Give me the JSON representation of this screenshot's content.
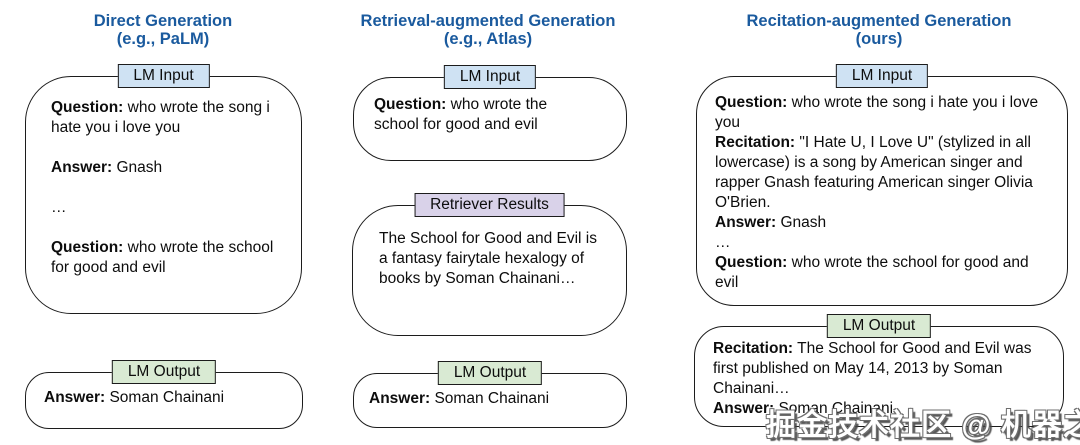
{
  "colors": {
    "title_blue": "#1a5a9e",
    "lm_input_bg": "#cfe2f3",
    "retriever_bg": "#d9d2e9",
    "lm_output_bg": "#d9ead3",
    "box_border": "#1c1c1c",
    "text": "#0d0d0d"
  },
  "watermark": "掘金技术社区 @ 机器之心",
  "columns": [
    {
      "title_line1": "Direct Generation",
      "title_line2": "(e.g., PaLM)",
      "input_label": "LM Input",
      "input_lines": [
        {
          "bold": "Question:",
          "text": " who wrote the song i hate you i love you"
        },
        {
          "spacer": true
        },
        {
          "bold": "Answer:",
          "text": " Gnash"
        },
        {
          "spacer": true
        },
        {
          "text": "…"
        },
        {
          "spacer": true
        },
        {
          "bold": "Question:",
          "text": " who wrote the school for good and evil"
        }
      ],
      "output_label": "LM Output",
      "output_lines": [
        {
          "bold": "Answer:",
          "text": " Soman Chainani"
        }
      ]
    },
    {
      "title_line1": "Retrieval-augmented Generation",
      "title_line2": "(e.g., Atlas)",
      "input_label": "LM Input",
      "input_lines": [
        {
          "bold": "Question:",
          "text": " who wrote the school for good and evil"
        }
      ],
      "retriever_label": "Retriever Results",
      "retriever_lines": [
        {
          "text": "The School for Good and Evil is a fantasy fairytale hexalogy of books by Soman Chainani…"
        }
      ],
      "output_label": "LM Output",
      "output_lines": [
        {
          "bold": "Answer:",
          "text": " Soman Chainani"
        }
      ]
    },
    {
      "title_line1": "Recitation-augmented Generation",
      "title_line2": "(ours)",
      "input_label": "LM Input",
      "input_lines": [
        {
          "bold": "Question:",
          "text": " who wrote the song i hate you i love you"
        },
        {
          "bold": "Recitation:",
          "text": " \"I Hate U, I Love U\" (stylized in all lowercase) is a song by American singer and rapper Gnash featuring American singer Olivia O'Brien."
        },
        {
          "bold": "Answer:",
          "text": " Gnash"
        },
        {
          "text": "…"
        },
        {
          "bold": "Question:",
          "text": " who wrote the school for good and evil"
        }
      ],
      "output_label": "LM Output",
      "output_lines": [
        {
          "bold": "Recitation:",
          "text": " The School for Good and Evil was first published on May 14, 2013 by Soman Chainani…"
        },
        {
          "bold": "Answer:",
          "text": " Soman Chainani"
        }
      ]
    }
  ]
}
